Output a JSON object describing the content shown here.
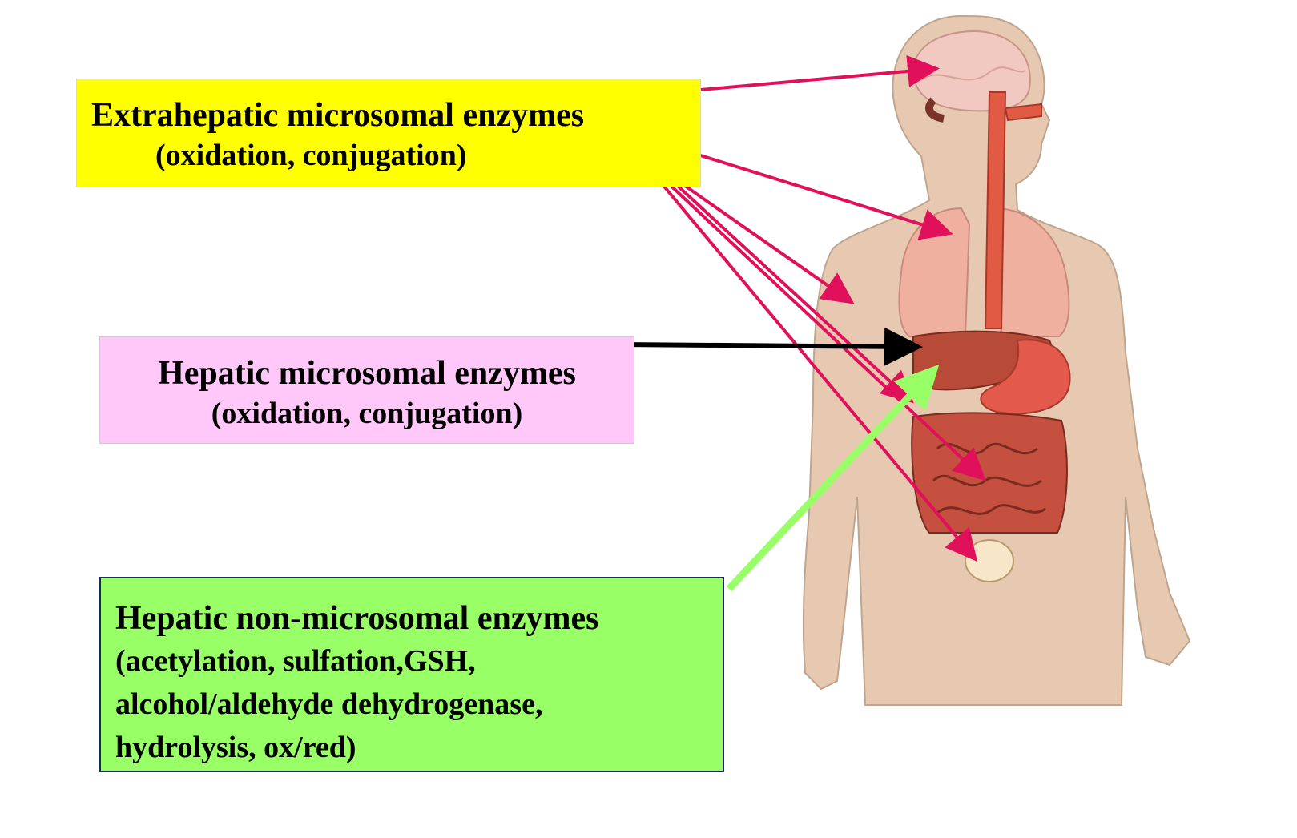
{
  "boxes": {
    "extrahepatic": {
      "title": "Extrahepatic microsomal enzymes",
      "subtitle": "(oxidation, conjugation)",
      "color": "#ffff00"
    },
    "hepatic_microsomal": {
      "title": "Hepatic microsomal enzymes",
      "subtitle": "(oxidation, conjugation)",
      "color": "#ffc8f8"
    },
    "hepatic_non_microsomal": {
      "title": "Hepatic non-microsomal enzymes",
      "lines": [
        "(acetylation, sulfation,GSH,",
        "alcohol/aldehyde dehydrogenase,",
        "hydrolysis, ox/red)"
      ],
      "color": "#99ff66"
    }
  },
  "arrows": {
    "extrahepatic_color": "#e0105a",
    "hepatic_microsomal_color": "#000000",
    "hepatic_non_microsomal_color": "#99ff66"
  },
  "figure": {
    "skin_color": "#e6c9b0",
    "organ_color": "#d25a46",
    "lung_color": "#f0b0a0",
    "brain_color": "#f2c9c0"
  }
}
